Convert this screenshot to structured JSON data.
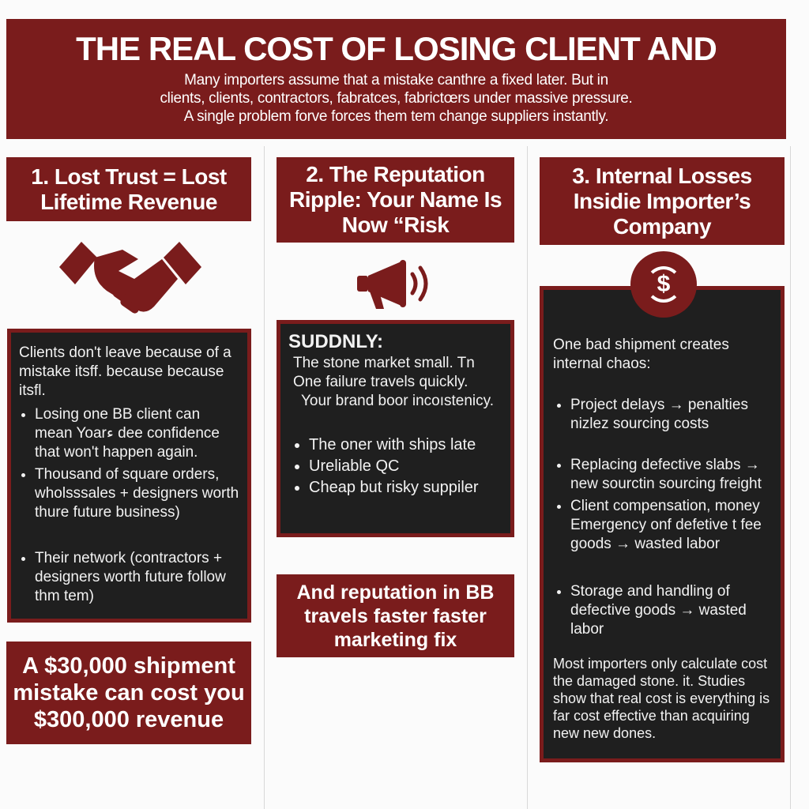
{
  "header": {
    "title": "THE REAL COST OF LOSING  CLIENT AND",
    "subtitle_lines": [
      "Many importers assume that a mistake canthre a fixed later.  But in",
      "clients, clients, contractors, fabratces, fabrictœrs under massive pressure.",
      "A single problem forve forces them tem change suppliers instantly."
    ]
  },
  "colors": {
    "accent": "#7a1c1c",
    "panel": "#1f1f1f",
    "text": "#ffffff"
  },
  "columns": [
    {
      "title": "1. Lost Trust = Lost\nLifetime Revenue",
      "icon": "handshake-icon",
      "intro": "Clients don't leave because of a mistake itsff. because because itsfl.",
      "bullets": [
        "Losing one BB client can mean Yoarء dee confidence that won't happen again.",
        "Thousand of square orders, wholsssales + designers worth thure future business)",
        "Their network (contractors + designers worth future follow thm tem)"
      ],
      "callout": "A $30,000 shipment mistake can cost you $300,000 revenue"
    },
    {
      "title": "2. The Reputation\nRipple: Your Name Is\nNow “Risk",
      "icon": "megaphone-icon",
      "heading": "SUDDNLY:",
      "intro_lines": [
        "The stone market small. Tn",
        "One failure travels quickly.",
        "Your brand boor incoıstenicy."
      ],
      "bullets": [
        "The oner with ships late",
        "Ureliable QC",
        "Cheap but risky suppiler"
      ],
      "callout": "And reputation in BB travels faster faster marketing fix"
    },
    {
      "title": "3. Internal Losses\nInsidie Importer’s\nCompany",
      "icon": "dollar-cycle-icon",
      "icon_glyph": "$",
      "intro": "One bad shipment creates internal chaos:",
      "bullets": [
        "Project delays → penalties nizlez sourcing costs",
        "Replacing defective slabs → new sourctin sourcing freight",
        "Client compensation, money Emergency onf defetive t fee goods → wasted labor",
        "Storage and handling of defective goods → wasted labor"
      ],
      "outro": "Most importers only calculate cost the damaged stone. it. Studies show that real cost is everything is far cost effective than acquiring new new dones."
    }
  ]
}
